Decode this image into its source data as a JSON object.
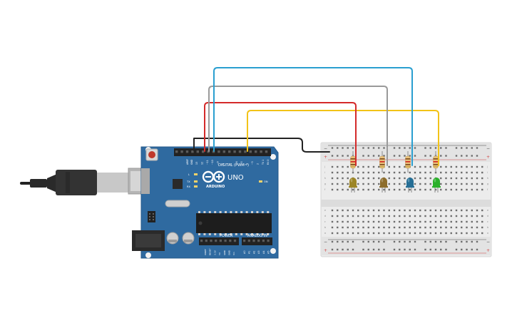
{
  "board": {
    "aref_label": "AREF",
    "gnd_label": "GND",
    "digital_label": "DIGITAL (PWM~)",
    "model_label": "UNO",
    "brand_label": "ARDUINO",
    "l_label": "L",
    "tx_label": "TX",
    "rx_label": "RX",
    "on_label": "ON",
    "power_label": "POWER",
    "analog_label": "ANALOG IN",
    "digital_pins": [
      "13",
      "12",
      "~11",
      "~10",
      "~9",
      "8",
      "7",
      "~6",
      "~5",
      "4",
      "~3",
      "2",
      "TX 1",
      "RX 0"
    ],
    "power_pins": [
      "IOREF",
      "RESET",
      "3.3V",
      "5V",
      "GND",
      "GND",
      "Vin"
    ],
    "analog_pins": [
      "A0",
      "A1",
      "A2",
      "A3",
      "A4",
      "A5"
    ]
  },
  "breadboard": {
    "row_letters_top": [
      "j",
      "i",
      "h",
      "g",
      "f"
    ],
    "row_letters_bottom": [
      "e",
      "d",
      "c",
      "b",
      "a"
    ]
  },
  "colors": {
    "board": "#2f6aa0",
    "wire_blue": "#2a9fd0",
    "wire_gray": "#9a9a9a",
    "wire_red": "#d42a2a",
    "wire_yellow": "#f2c318",
    "wire_black": "#222222",
    "led_yellow": "#9c8526",
    "led_orange": "#8d6d2b",
    "led_blue": "#256e95",
    "led_green": "#2bb02b"
  },
  "leds": [
    {
      "id": "led-1",
      "color": "#9c8526"
    },
    {
      "id": "led-2",
      "color": "#8d6d2b"
    },
    {
      "id": "led-3",
      "color": "#256e95"
    },
    {
      "id": "led-4",
      "color": "#2bb02b"
    }
  ]
}
